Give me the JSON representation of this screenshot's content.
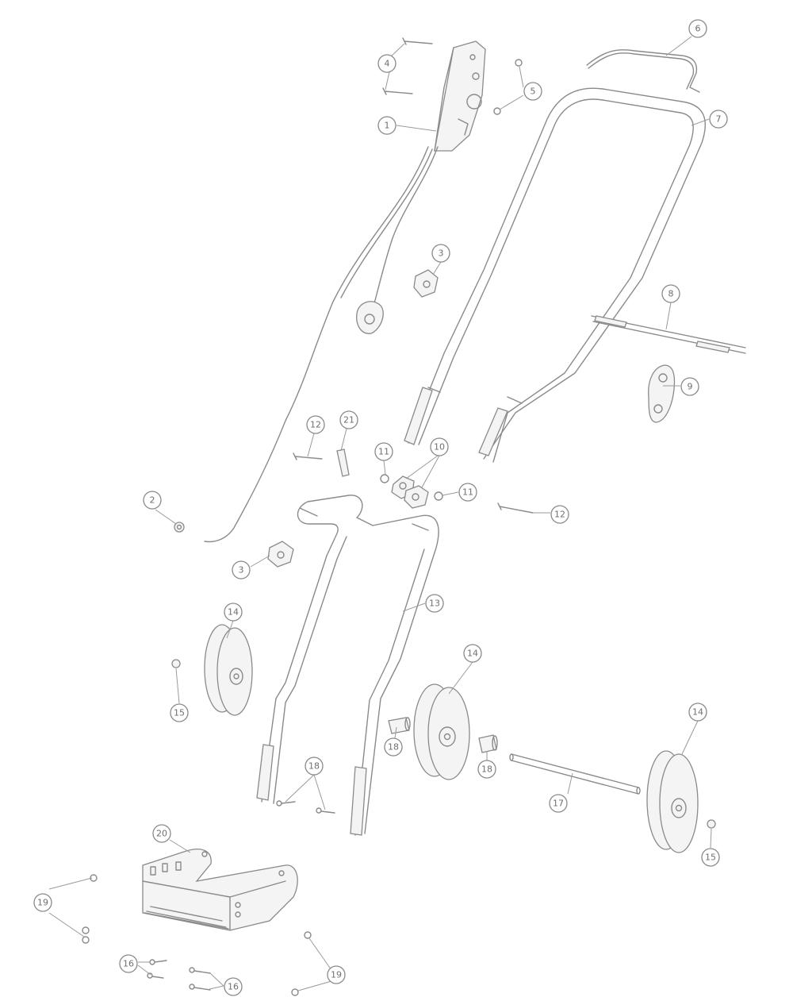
{
  "callouts": [
    {
      "id": "c1",
      "label": "1"
    },
    {
      "id": "c2a",
      "label": "2"
    },
    {
      "id": "c3a",
      "label": "3"
    },
    {
      "id": "c3b",
      "label": "3"
    },
    {
      "id": "c4",
      "label": "4"
    },
    {
      "id": "c5",
      "label": "5"
    },
    {
      "id": "c6",
      "label": "6"
    },
    {
      "id": "c7",
      "label": "7"
    },
    {
      "id": "c8",
      "label": "8"
    },
    {
      "id": "c9",
      "label": "9"
    },
    {
      "id": "c10",
      "label": "10"
    },
    {
      "id": "c11a",
      "label": "11"
    },
    {
      "id": "c11b",
      "label": "11"
    },
    {
      "id": "c12a",
      "label": "12"
    },
    {
      "id": "c12b",
      "label": "12"
    },
    {
      "id": "c13",
      "label": "13"
    },
    {
      "id": "c14a",
      "label": "14"
    },
    {
      "id": "c14b",
      "label": "14"
    },
    {
      "id": "c14c",
      "label": "14"
    },
    {
      "id": "c15a",
      "label": "15"
    },
    {
      "id": "c15b",
      "label": "15"
    },
    {
      "id": "c16a",
      "label": "16"
    },
    {
      "id": "c16b",
      "label": "16"
    },
    {
      "id": "c17",
      "label": "17"
    },
    {
      "id": "c18a",
      "label": "18"
    },
    {
      "id": "c18b",
      "label": "18"
    },
    {
      "id": "c18c",
      "label": "18"
    },
    {
      "id": "c19a",
      "label": "19"
    },
    {
      "id": "c19b",
      "label": "19"
    },
    {
      "id": "c20",
      "label": "20"
    },
    {
      "id": "c21",
      "label": "21"
    }
  ]
}
